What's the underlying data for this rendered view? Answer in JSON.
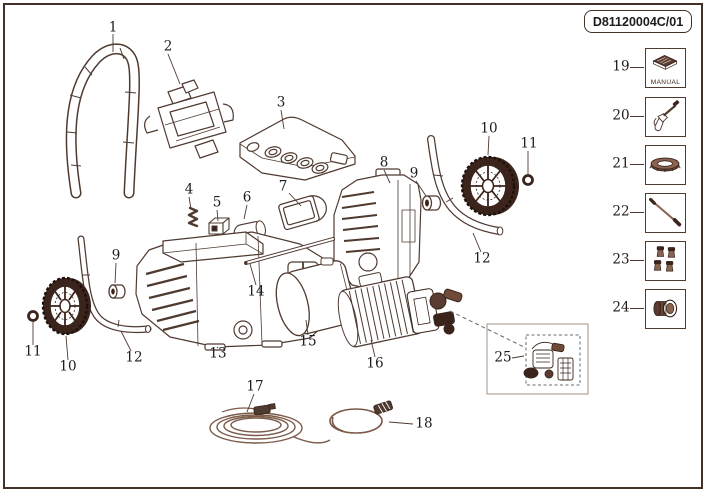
{
  "page": {
    "doc_code": "D81120004C/01"
  },
  "colors": {
    "line": "#4f3a30",
    "dark": "#3a241c",
    "brown": "#6f4a38",
    "light_brown": "#8a6450",
    "border": "#453028",
    "label_text": "#1c1c1c"
  },
  "sidebar": {
    "items": [
      {
        "num": "19",
        "icon": "manual-icon",
        "caption": "MANUAL"
      },
      {
        "num": "20",
        "icon": "spray-gun-icon",
        "caption": ""
      },
      {
        "num": "21",
        "icon": "hose-coil-icon",
        "caption": ""
      },
      {
        "num": "22",
        "icon": "lance-icon",
        "caption": ""
      },
      {
        "num": "23",
        "icon": "nozzles-icon",
        "caption": ""
      },
      {
        "num": "24",
        "icon": "coupler-icon",
        "caption": ""
      }
    ]
  },
  "diagram": {
    "callouts": [
      {
        "num": "1",
        "part": "handle"
      },
      {
        "num": "2",
        "part": "gun-holder-bracket"
      },
      {
        "num": "3",
        "part": "top-cover"
      },
      {
        "num": "4",
        "part": "spring"
      },
      {
        "num": "5",
        "part": "switch"
      },
      {
        "num": "6",
        "part": "capacitor"
      },
      {
        "num": "7",
        "part": "box-insert"
      },
      {
        "num": "8",
        "part": "side-housing"
      },
      {
        "num": "9",
        "part": "wheel-hub-right"
      },
      {
        "num": "10",
        "part": "wheel-right"
      },
      {
        "num": "11",
        "part": "retaining-ring-right"
      },
      {
        "num": "12",
        "part": "axle-right"
      },
      {
        "num": "9",
        "part": "wheel-hub-left"
      },
      {
        "num": "10",
        "part": "wheel-left"
      },
      {
        "num": "11",
        "part": "retaining-ring-left"
      },
      {
        "num": "12",
        "part": "axle-left"
      },
      {
        "num": "13",
        "part": "main-body"
      },
      {
        "num": "14",
        "part": "rod"
      },
      {
        "num": "15",
        "part": "motor-cover"
      },
      {
        "num": "16",
        "part": "motor-pump"
      },
      {
        "num": "17",
        "part": "power-cord"
      },
      {
        "num": "18",
        "part": "hose-cable"
      },
      {
        "num": "25",
        "part": "pump-assembly-detail"
      }
    ]
  }
}
